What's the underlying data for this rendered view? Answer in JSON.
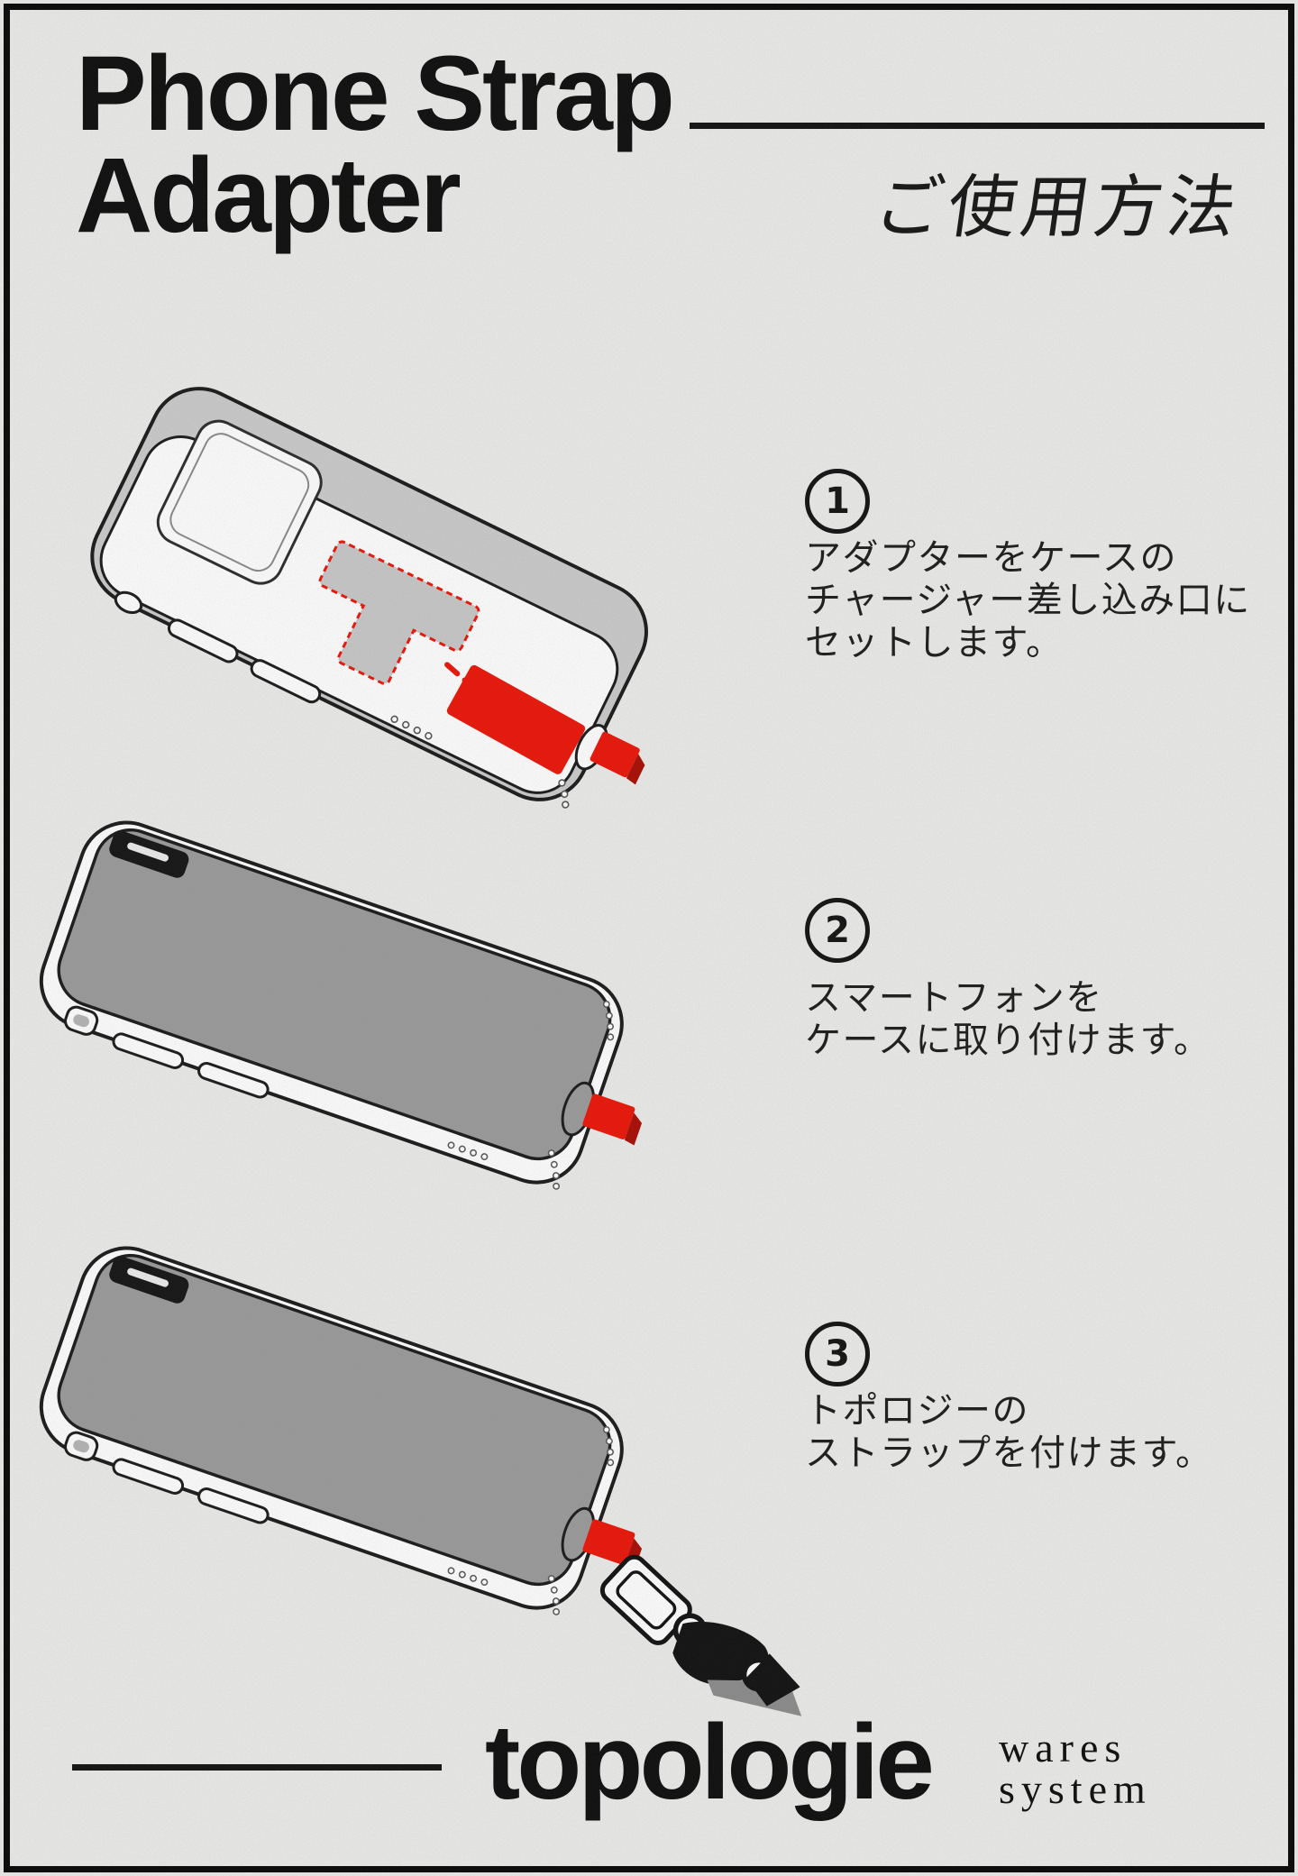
{
  "poster": {
    "title_line1": "Phone Strap",
    "title_line2": "Adapter",
    "usage_heading": "ご使用方法"
  },
  "steps": [
    {
      "number": "1",
      "lines": [
        "アダプターをケースの",
        "チャージャー差し込み口に",
        "セットします。"
      ]
    },
    {
      "number": "2",
      "lines": [
        "スマートフォンを",
        "ケースに取り付けます。"
      ]
    },
    {
      "number": "3",
      "lines": [
        "トポロジーの",
        "ストラップを付けます。"
      ]
    }
  ],
  "footer": {
    "brand": "topologie",
    "brand_suffix_line1": "wares",
    "brand_suffix_line2": "system"
  },
  "illustrations": [
    {
      "alt": "Phone case back with T-shaped adapter and red dashed arrow showing insertion into the charger opening"
    },
    {
      "alt": "Smartphone mounted in the case with red adapter tab sticking out of the charger opening"
    },
    {
      "alt": "Smartphone with Topologie strap attached to the red adapter tab"
    }
  ],
  "colors": {
    "accent_red": "#ec1508",
    "accent_red_dark": "#a90d03",
    "ink": "#111111",
    "screen_gray": "#9b9b9b",
    "rim_gray": "#cbcbcb",
    "paper": "#ececea"
  }
}
